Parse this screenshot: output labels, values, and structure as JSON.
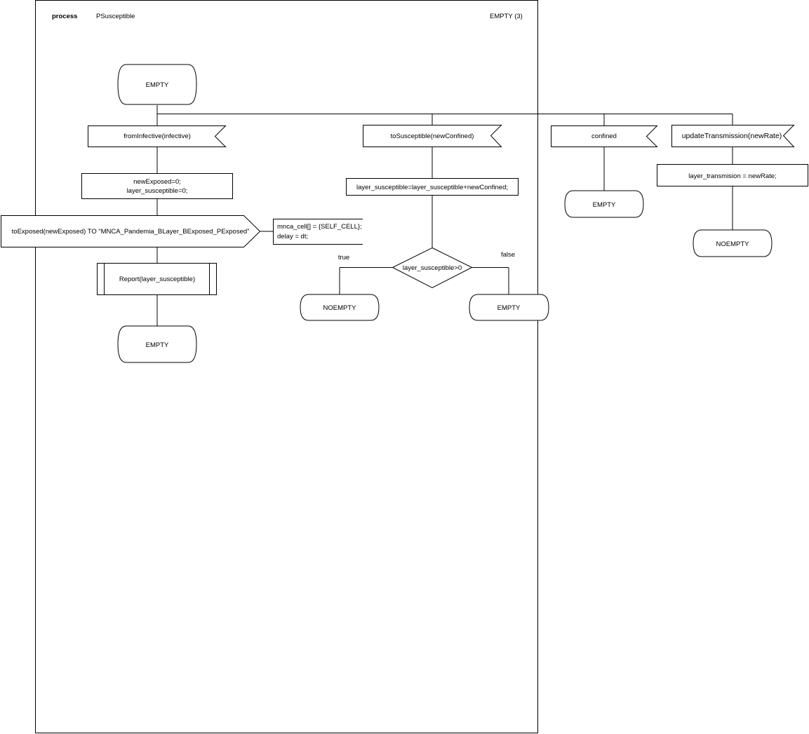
{
  "header": {
    "keyword": "process",
    "process_name": "PSusceptible",
    "page_label": "EMPTY (3)"
  },
  "states": {
    "start": "EMPTY",
    "after_report": "EMPTY",
    "branch_true_state": "NOEMPTY",
    "branch_false_state": "EMPTY",
    "after_confined": "EMPTY",
    "after_update": "NOEMPTY"
  },
  "signals": {
    "from_infective": "fromInfective(infective)",
    "to_susceptible": "toSusceptible(newConfined)",
    "confined": "confined",
    "update_transmission": "updateTransmission(newRate)"
  },
  "tasks": {
    "init_line1": "newExposed=0;",
    "init_line2": "layer_susceptible=0;",
    "add_confined": "layer_susceptible=layer_susceptible+newConfined;",
    "set_transmission": "layer_transmision = newRate;"
  },
  "output": {
    "label": "toExposed(newExposed) TO “MNCA_Pandemia_BLayer_BExposed_PExposed”",
    "comment_line1": "mnca_cell[] = {SELF_CELL};",
    "comment_line2": "delay = dt;"
  },
  "procedure_call": "Report(layer_susceptible)",
  "decision": {
    "condition": "layer_susceptible>0",
    "true_label": "true",
    "false_label": "false"
  }
}
